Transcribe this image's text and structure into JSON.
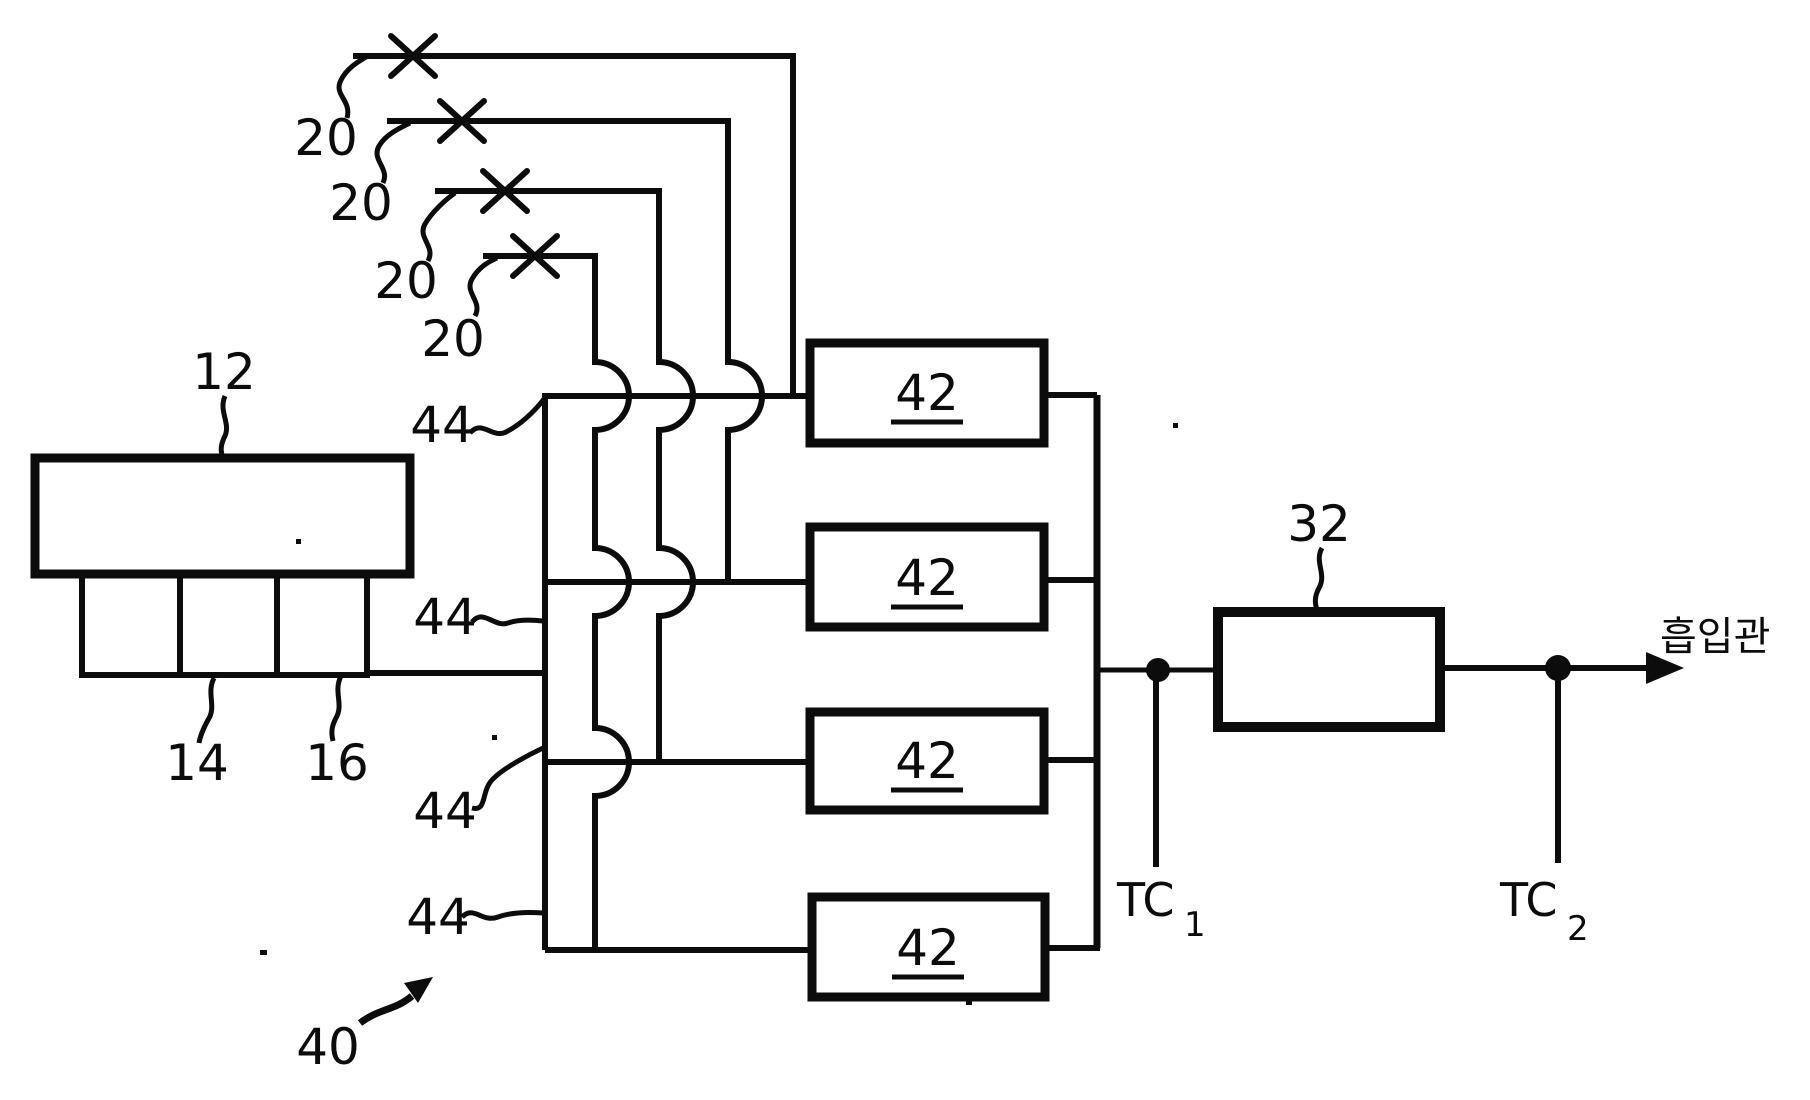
{
  "figure": {
    "colors": {
      "ink": "#0c0c0c",
      "paper": "#ffffff"
    },
    "labels": {
      "engine": "12",
      "cylinders": "14",
      "supply_line": "16",
      "system": "40",
      "mixer": "32",
      "valves": [
        "20",
        "20",
        "20",
        "20"
      ],
      "branches": [
        "44",
        "44",
        "44",
        "44"
      ],
      "units": [
        "42",
        "42",
        "42",
        "42"
      ],
      "tc1": {
        "base": "TC",
        "sub": "1"
      },
      "tc2": {
        "base": "TC",
        "sub": "2"
      },
      "outlet": "흡입관"
    }
  }
}
